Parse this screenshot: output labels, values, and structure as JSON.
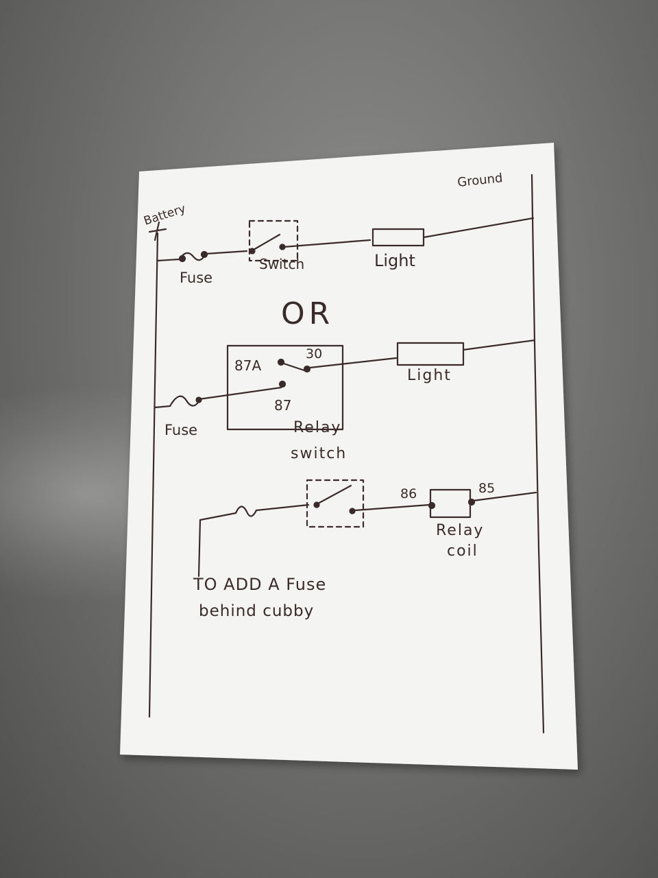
{
  "labels": {
    "battery": "Battery",
    "battery_sign": "+",
    "ground": "Ground",
    "fuse_1": "Fuse",
    "switch_1": "Switch",
    "light_1": "Light",
    "or": "OR",
    "pin_87a": "87A",
    "pin_30": "30",
    "pin_87": "87",
    "light_2": "Light",
    "fuse_2": "Fuse",
    "relay_switch_line1": "Relay",
    "relay_switch_line2": "switch",
    "pin_86": "86",
    "pin_85": "85",
    "relay_coil_line1": "Relay",
    "relay_coil_line2": "coil",
    "note_line1": "TO ADD A Fuse",
    "note_line2": "behind cubby"
  },
  "colors": {
    "ink": "#3a2a2a",
    "paper": "#f4f4f2",
    "table": "#6e6e6c"
  }
}
